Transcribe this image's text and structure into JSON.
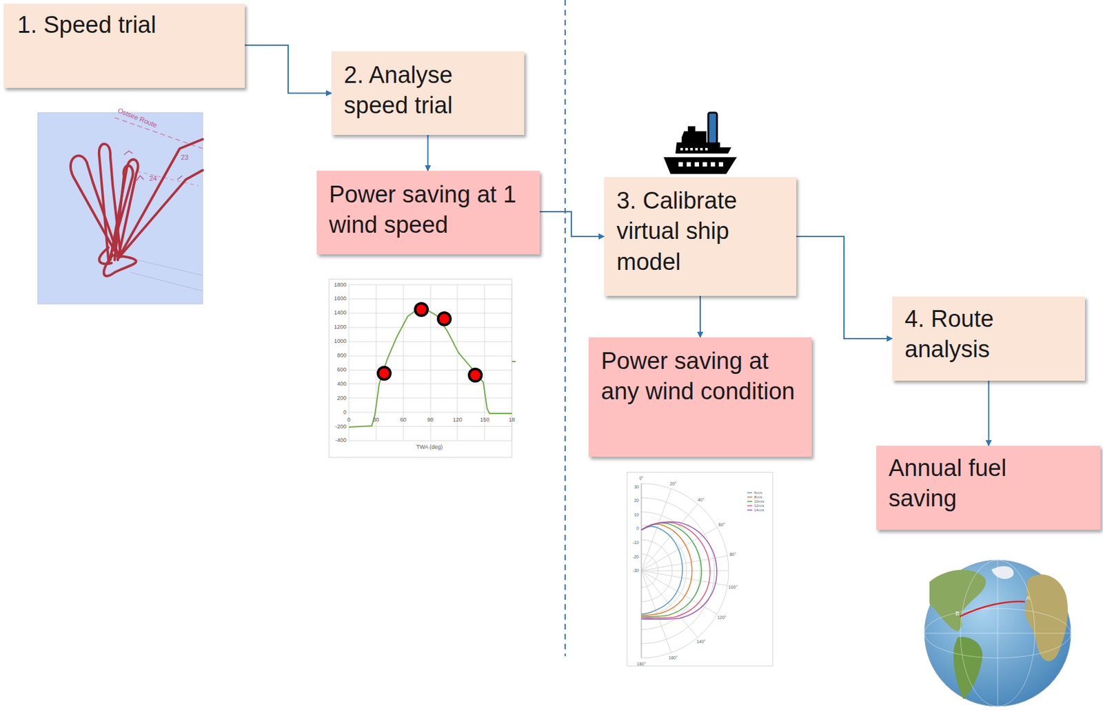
{
  "diagram": {
    "nodes": [
      {
        "text": [
          "1. Speed trial"
        ]
      },
      {
        "text": [
          "2. Analyse speed trial"
        ]
      },
      {
        "text": [
          "Power saving at 1 wind speed"
        ]
      },
      {
        "text": [
          "3. Calibrate virtual ship model"
        ]
      },
      {
        "text": [
          "Power saving at any wind condition"
        ]
      },
      {
        "text": [
          "4. Route analysis"
        ]
      },
      {
        "text": [
          "Annual fuel saving"
        ]
      }
    ],
    "edges": [
      {
        "from": 0,
        "to": 1,
        "arrow": "to"
      },
      {
        "from": 1,
        "to": 2,
        "arrow": "to"
      },
      {
        "from": 2,
        "to": 3,
        "arrow": "to"
      },
      {
        "from": 3,
        "to": 4,
        "arrow": "to"
      },
      {
        "from": 3,
        "to": 5,
        "arrow": "to"
      },
      {
        "from": 5,
        "to": 6,
        "arrow": "to"
      }
    ],
    "labels": [
      "Ostsee Route",
      "24",
      "23",
      "1800",
      "1600",
      "1400",
      "1200",
      "1000",
      "800",
      "600",
      "400",
      "200",
      "0",
      "-200",
      "-400",
      "0",
      "30",
      "60",
      "90",
      "120",
      "150",
      "18",
      "TWA (deg)",
      "0°",
      "20°",
      "40°",
      "60°",
      "80°",
      "100°",
      "120°",
      "140°",
      "160°",
      "180°",
      "30",
      "20",
      "10",
      "0",
      "-10",
      "-20",
      "-30",
      "A",
      "B"
    ],
    "legend": [
      {
        "text": "6m/s"
      },
      {
        "text": "8m/s"
      },
      {
        "text": "10m/s"
      },
      {
        "text": "12m/s"
      },
      {
        "text": "14m/s"
      }
    ]
  }
}
